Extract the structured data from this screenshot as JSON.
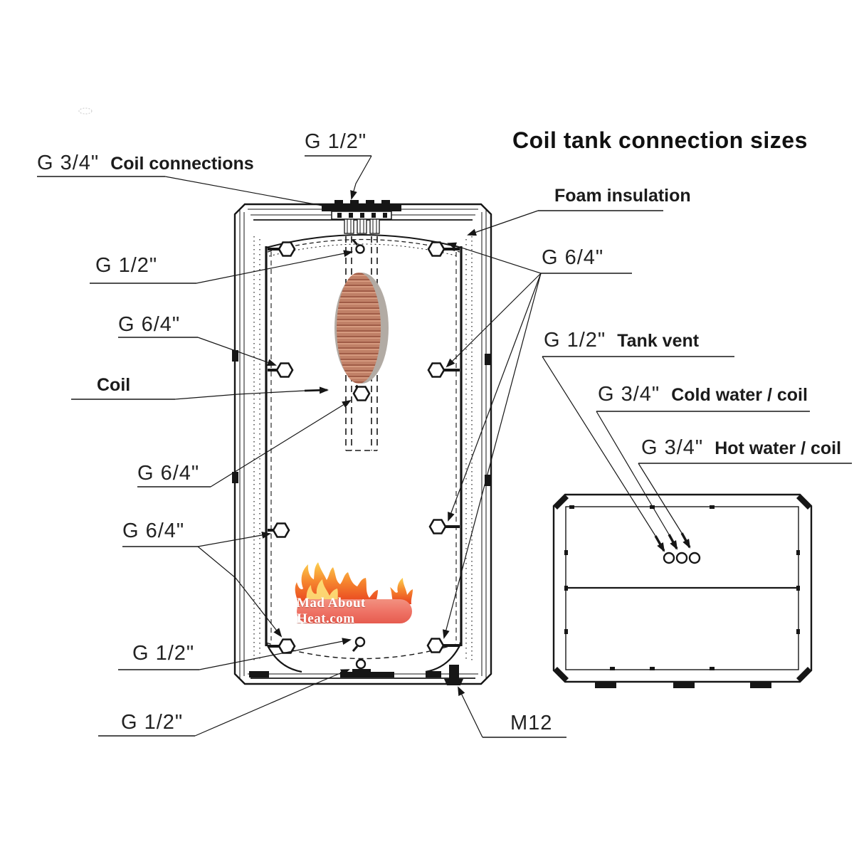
{
  "title": "Coil tank connection sizes",
  "logo": {
    "text": "Mad About Heat.com"
  },
  "callouts": {
    "coil_connections_size": "G 3/4\"",
    "coil_connections_text": "Coil connections",
    "top_port_size": "G 1/2\"",
    "foam_insulation": "Foam insulation",
    "right_ports_size": "G 6/4\"",
    "upper_sensor_size": "G 1/2\"",
    "upper_left_port_size": "G 6/4\"",
    "coil": "Coil",
    "coil_return_size": "G 6/4\"",
    "lower_left_port_size": "G 6/4\"",
    "bottom_sensor_size": "G 1/2\"",
    "drain_size": "G 1/2\"",
    "bolt_size": "M12",
    "tank_vent_size": "G 1/2\"",
    "tank_vent_text": "Tank vent",
    "cold_water_size": "G 3/4\"",
    "cold_water_text": "Cold water / coil",
    "hot_water_size": "G 3/4\"",
    "hot_water_text": "Hot water / coil"
  },
  "colors": {
    "line": "#161616",
    "coil_copper": "#c08067",
    "coil_copper_dark": "#a05c47",
    "coil_highlight": "#d69a7f",
    "coil_shadow": "#b2aba4",
    "logo_pill": "#ee7164",
    "flame_orange": "#f6872f",
    "flame_red": "#e8401f",
    "flame_yellow": "#fcd04e"
  }
}
